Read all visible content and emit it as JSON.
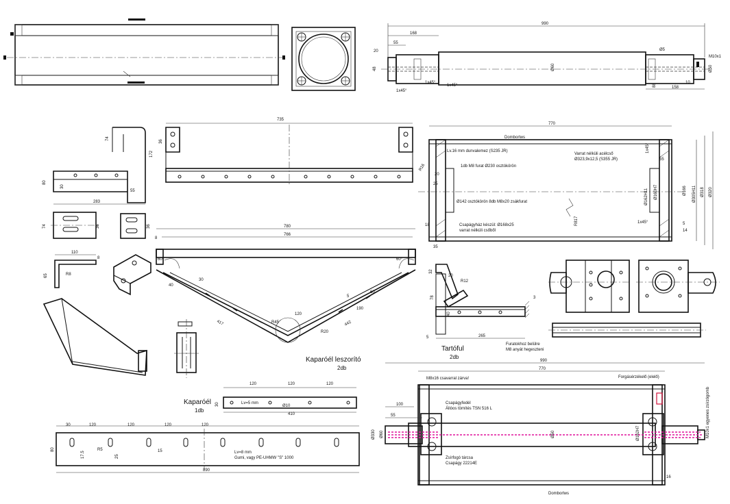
{
  "dims": {
    "shaft_total": "990",
    "shaft_left": "168",
    "shaft_55": "55",
    "shaft_20": "20",
    "shaft_48": "48",
    "shaft_d60": "Ø60",
    "shaft_d5": "Ø5",
    "shaft_m10": "M10x1",
    "shaft_d50": "Ø50",
    "shaft_10": "10",
    "shaft_158": "158",
    "shaft_88": "88",
    "shaft_ch1": "1x45°",
    "shaft_ch2": "1x45°",
    "shaft_ch3": "1x45°",
    "bk_74": "74",
    "bk_172": "172",
    "bk_80": "80",
    "bk_30": "30",
    "bk_55": "55",
    "bk_283": "283",
    "plate_735": "735",
    "plate_36": "36",
    "p74": "74",
    "p36a": "36",
    "p36b": "36",
    "l110": "110",
    "l8": "8",
    "l65": "65",
    "lr8": "R8",
    "v780": "780",
    "v766": "766",
    "v8": "8",
    "v60a": "60°",
    "v60b": "60°",
    "v40": "40",
    "v30": "30",
    "v417": "417",
    "v5": "5",
    "v190": "190",
    "v60c": "60",
    "v442": "442",
    "v120": "120",
    "vr45": "R45",
    "vr20": "R20",
    "drum_770": "770",
    "d_r1": "R16",
    "d_55": "55",
    "d_25": "25",
    "d_20": "20",
    "d_18": "18",
    "d_35": "35",
    "d_5": "5",
    "d_14": "14",
    "d_45": "1x45°",
    "d_d160": "Ø160H7",
    "d_d162": "Ø162H11",
    "d_d166": "Ø166",
    "d_d318": "Ø318",
    "d_d320": "Ø320",
    "d_d305": "Ø305H11",
    "d_r817": "R817",
    "t_32": "32",
    "t_20": "20",
    "t_r12": "R12",
    "t_78": "78",
    "t_40": "40",
    "t_265": "265",
    "t_5": "5",
    "t_3": "3",
    "st_30": "30",
    "st_120a": "120",
    "st_120b": "120",
    "st_120c": "120",
    "st_410": "410",
    "st_d10": "Ø10",
    "bs_30": "30",
    "bs_120a": "120",
    "bs_120b": "120",
    "bs_120c": "120",
    "bs_120d": "120",
    "bs_80": "80",
    "bs_176": "17.5",
    "bs_25": "25",
    "bs_15": "15",
    "bs_890": "890",
    "bs_r5": "R5",
    "a_990": "990",
    "a_770": "770",
    "a_100": "100",
    "a_55": "55",
    "a_d60": "Ø60",
    "a_d330": "Ø330",
    "a_d50": "Ø50",
    "a_d162": "Ø162H7",
    "a_16": "16"
  },
  "notes": {
    "domborlws": "Domborlws",
    "lv16": "Lv.16 mm dunvalemez (S235 JR)",
    "m8furat": "1db M8 furat Ø230 osztókörön",
    "vamel": "Varrat nélküli acélcső",
    "vamel2": "Ø323,9x12,5 (S355 JR)",
    "d142": "Ø142 osztókörön 8db M8x20 zsákfurat",
    "csapagy": "Csapágyház készül: Ø168x25",
    "csapagy2": "varrat nélküli csőből",
    "tartoful_note1": "Furatokhoz belülre",
    "tartoful_note2": "M8 anyát hegeszteni",
    "st_lv": "Lv=5 mm",
    "bs_lv": "Lv=8 mm",
    "bs_mat": "Gumi, vagy PE-UHMW \"S\" 1000",
    "a_m8": "M8x16 csavarral zárva!",
    "a_csp1": "Csapágyfedél",
    "a_csp2": "Állóos tömítés TSN 516 L",
    "a_zsir": "Zsírfogó tárcsa",
    "a_csp3": "Csapágy 22214E",
    "a_dom": "Domborlws",
    "a_forg": "Forgásérzékelő (elelő)",
    "a_m10": "M10x1 egyenes zsírzógomb"
  },
  "titles": {
    "kaparoel_leszorito": "Kaparóél leszorító",
    "kaparoel_leszorito_qty": "2db",
    "tartoful": "Tartóful",
    "tartoful_qty": "2db",
    "kaparoel": "Kaparóél",
    "kaparoel_qty": "1db"
  }
}
